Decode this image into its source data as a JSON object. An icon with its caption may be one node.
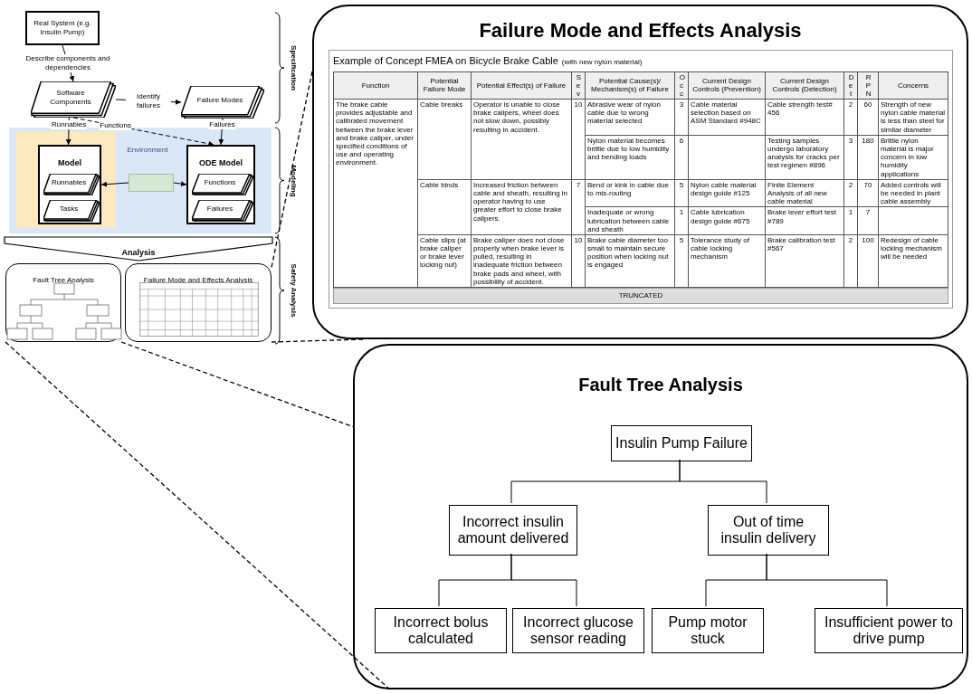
{
  "diagram": {
    "nodes": [
      {
        "text": [
          "Real System (e.g. Insulin Pump)"
        ]
      },
      {
        "text": [
          "Software Components"
        ]
      },
      {
        "text": [
          "Failure Modes"
        ]
      },
      {
        "text": [
          "Environment"
        ]
      },
      {
        "text": [],
        "shape": "box",
        "in": 3
      },
      {
        "text": [
          "Model"
        ],
        "in": 4
      },
      {
        "text": [
          "Runnables"
        ],
        "in": 5
      },
      {
        "text": [
          "Tasks"
        ],
        "in": 5
      },
      {
        "text": [
          "ODE Model"
        ],
        "in": 3
      },
      {
        "text": [
          "Functions"
        ],
        "in": 8
      },
      {
        "text": [
          "Failures"
        ],
        "in": 8
      },
      {
        "text": [],
        "shape": "box",
        "in": 3
      },
      {
        "text": [
          "Analysis"
        ]
      },
      {
        "text": [
          "Fault Tree Analysis"
        ]
      },
      {
        "text": [
          "Failure Mode and Effects Analysis"
        ]
      },
      {
        "text": [
          "Failure Mode and Effects Analysis"
        ]
      },
      {
        "text": [
          "Fault Tree Analysis"
        ]
      },
      {
        "text": [
          "Insulin Pump Failure"
        ],
        "in": 16
      },
      {
        "text": [
          "Incorrect insulin amount delivered"
        ],
        "in": 16
      },
      {
        "text": [
          "Out of time insulin delivery"
        ],
        "in": 16
      },
      {
        "text": [
          "Incorrect bolus calculated"
        ],
        "in": 16
      },
      {
        "text": [
          "Incorrect glucose sensor reading"
        ],
        "in": 16
      },
      {
        "text": [
          "Pump motor stuck"
        ],
        "in": 16
      },
      {
        "text": [
          "Insufficient power to drive pump"
        ],
        "in": 16
      }
    ],
    "edges": [
      {
        "from": 0,
        "to": 1,
        "arrow": "to",
        "label": "Describe components and dependencies"
      },
      {
        "from": 1,
        "to": 2,
        "arrow": "to",
        "label": "Identify failures"
      },
      {
        "from": 1,
        "to": 5,
        "arrow": "to",
        "label": "Runnables"
      },
      {
        "from": 1,
        "to": 8,
        "arrow": "to",
        "label": "Functions",
        "style": "dashed"
      },
      {
        "from": 2,
        "to": 8,
        "arrow": "to",
        "label": "Failures"
      },
      {
        "from": 11,
        "to": 5,
        "arrow": "to"
      },
      {
        "from": 11,
        "to": 8,
        "arrow": "to"
      },
      {
        "from": 17,
        "to": 18,
        "arrow": "none"
      },
      {
        "from": 17,
        "to": 19,
        "arrow": "none"
      },
      {
        "from": 18,
        "to": 20,
        "arrow": "none"
      },
      {
        "from": 18,
        "to": 21,
        "arrow": "none"
      },
      {
        "from": 19,
        "to": 22,
        "arrow": "none"
      },
      {
        "from": 19,
        "to": 23,
        "arrow": "none"
      },
      {
        "from": 14,
        "to": 15,
        "arrow": "none",
        "style": "dashed"
      },
      {
        "from": 14,
        "to": 15,
        "arrow": "none",
        "style": "dashed"
      },
      {
        "from": 13,
        "to": 16,
        "arrow": "none",
        "style": "dashed"
      },
      {
        "from": 13,
        "to": 16,
        "arrow": "none",
        "style": "dashed"
      }
    ],
    "labels": [
      "Specification",
      "Modeling",
      "Safety Analysis",
      "Example of Concept FMEA on Bicycle Brake Cable",
      "(with new nylon material)",
      "Function",
      "Potential Failure Mode",
      "Potential Effect(s) of Failure",
      "Sev",
      "Potential Cause(s)/ Mechanism(s) of Failure",
      "Occ",
      "Current Design Controls (Prevention)",
      "Current Design Controls (Detection)",
      "Det",
      "RPN",
      "Concerns",
      "The brake cable provides adjustable and calibrated movement between the brake lever and brake caliper, under specified conditions of use and operating environment.",
      "Cable breaks",
      "Operator is unable to close brake calipers, wheel does not slow down, possibly resulting in accident.",
      "10",
      "Abrasive wear of nylon cable due to wrong material selected",
      "3",
      "Cable material selection based on ASM Standard #948C",
      "Cable strength test# 456",
      "2",
      "60",
      "Strength of new nylon cable material is less than steel for similar diameter",
      "Nylon material becomes brittle due to low humidity and bending loads",
      "6",
      "Testing samples undergo laboratory analysis for cracks per test regimen #896",
      "3",
      "180",
      "Brittle nylon material is major concern in low humidity applications",
      "Cable binds",
      "Increased friction between cable and sheath, resulting in operator having to use greater effort to close brake calipers.",
      "7",
      "Bend or kink in cable due to mis-routing",
      "5",
      "Nylon cable material design guide #125",
      "Finite Element Analysis of all new cable material",
      "2",
      "70",
      "Added controls will be needed in plant cable assembly",
      "Inadequate or wrong lubrication between cable and sheath",
      "1",
      "Cable lubrication design guide #675",
      "Brake lever effort test #789",
      "1",
      "7",
      "Cable slips (at brake caliper or brake lever locking nut)",
      "Brake caliper does not close properly when brake lever is pulled, resulting in inadequate friction between brake pads and wheel, with possibility of accident.",
      "10",
      "Brake cable diameter too small to maintain secure position when locking nut is engaged",
      "5",
      "Tolerance study of cable locking mechanism",
      "Brake calibration test #567",
      "2",
      "100",
      "Redesign of cable locking mechanism will be needed",
      "TRUNCATED"
    ]
  }
}
